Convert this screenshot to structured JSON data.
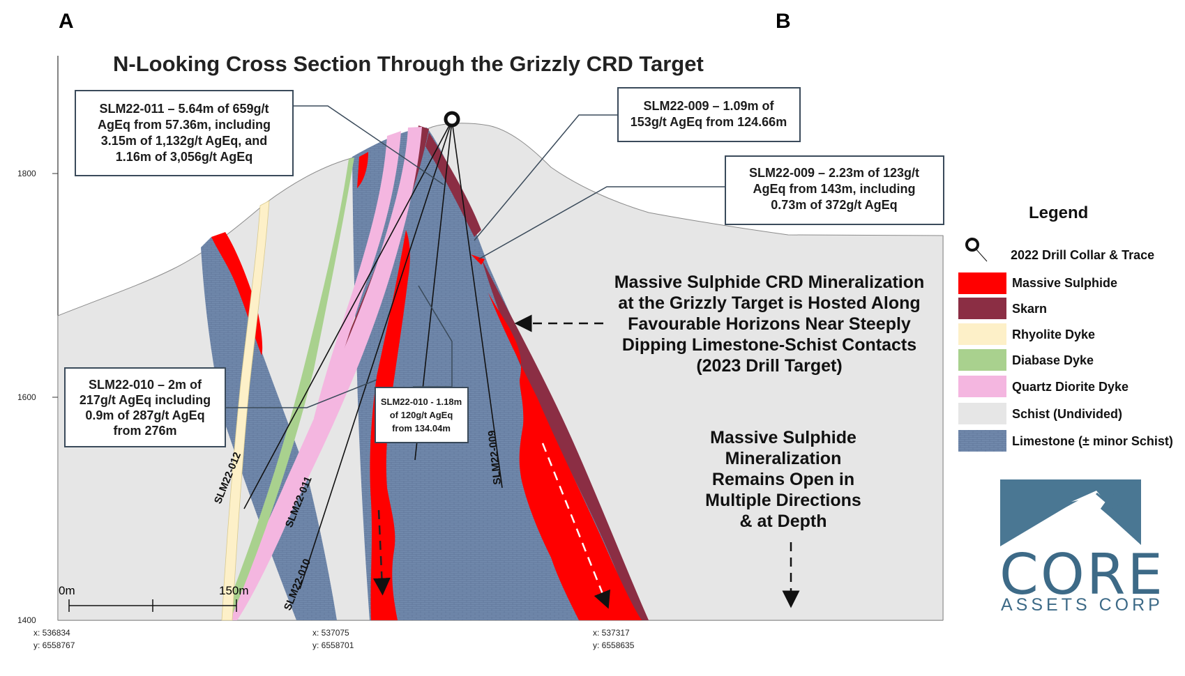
{
  "corner_labels": {
    "left": "A",
    "right": "B"
  },
  "title": "N-Looking Cross Section Through the Grizzly CRD Target",
  "elevations": [
    "1800",
    "1600",
    "1400"
  ],
  "coordinates": [
    {
      "x": "x: 536834",
      "y": "y: 6558767"
    },
    {
      "x": "x: 537075",
      "y": "y: 6558701"
    },
    {
      "x": "x: 537317",
      "y": "y: 6558635"
    }
  ],
  "scale_bar": {
    "start": "0m",
    "end": "150m"
  },
  "callouts": {
    "slm22_011": [
      "SLM22-011 – 5.64m of 659g/t",
      "AgEq from 57.36m, including",
      "3.15m of 1,132g/t AgEq, and",
      "1.16m of 3,056g/t AgEq"
    ],
    "slm22_009_a": [
      "SLM22-009 – 1.09m of",
      "153g/t AgEq from 124.66m"
    ],
    "slm22_009_b": [
      "SLM22-009 – 2.23m of 123g/t",
      "AgEq from 143m, including",
      "0.73m of 372g/t AgEq"
    ],
    "slm22_010_a": [
      "SLM22-010 – 2m of",
      "217g/t AgEq including",
      "0.9m of 287g/t AgEq",
      "from 276m"
    ],
    "slm22_010_b": [
      "SLM22-010 - 1.18m",
      "of 120g/t AgEq",
      "from 134.04m"
    ]
  },
  "drill_holes": [
    "SLM22-012",
    "SLM22-011",
    "SLM22-010",
    "SLM22-009"
  ],
  "annotations": {
    "mineralization": [
      "Massive Sulphide CRD Mineralization",
      "at the Grizzly Target is Hosted Along",
      "Favourable Horizons Near Steeply",
      "Dipping Limestone-Schist Contacts",
      "(2023 Drill Target)"
    ],
    "open": [
      "Massive Sulphide",
      "Mineralization",
      "Remains Open in",
      "Multiple Directions",
      "& at Depth"
    ]
  },
  "legend": {
    "title": "Legend",
    "items": [
      {
        "label": "2022 Drill Collar & Trace",
        "color": "#000000"
      },
      {
        "label": "Massive Sulphide",
        "color": "#ff0000"
      },
      {
        "label": "Skarn",
        "color": "#8b2e44"
      },
      {
        "label": "Rhyolite Dyke",
        "color": "#fdf0c8"
      },
      {
        "label": "Diabase Dyke",
        "color": "#a9d18e"
      },
      {
        "label": "Quartz Diorite Dyke",
        "color": "#f4b6e0"
      },
      {
        "label": "Schist (Undivided)",
        "color": "#e6e6e6"
      },
      {
        "label": "Limestone (± minor Schist)",
        "color": "#6f86a9"
      }
    ]
  },
  "logo": {
    "name": "CORE",
    "tagline": "ASSETS CORP",
    "color": "#3d6a87"
  }
}
